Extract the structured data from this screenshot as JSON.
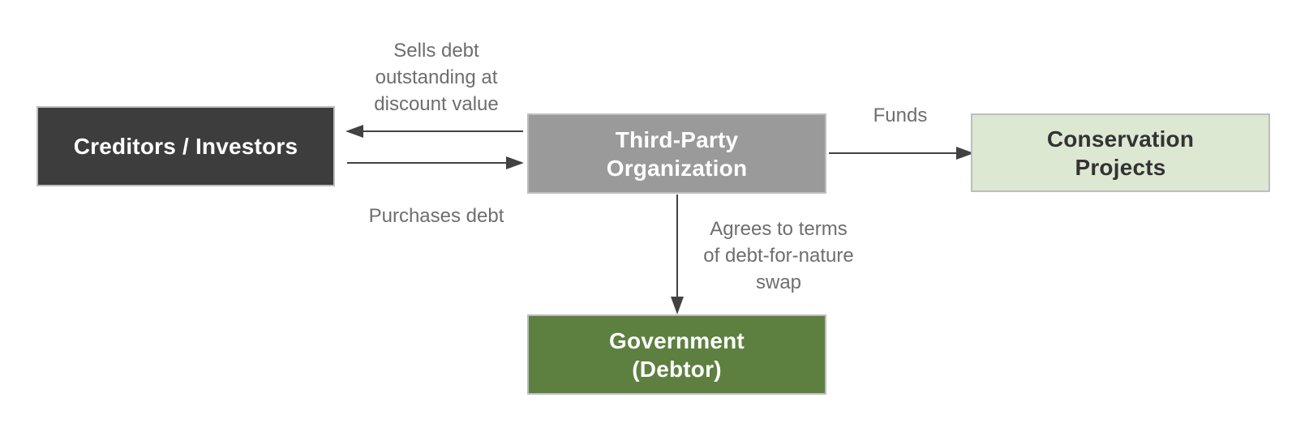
{
  "diagram": {
    "type": "flowchart",
    "nodes": {
      "creditors": {
        "label": "Creditors / Investors",
        "bg": "#3d3d3d",
        "text_color": "#ffffff"
      },
      "third_party": {
        "label": "Third-Party\nOrganization",
        "bg": "#9a9a9a",
        "text_color": "#ffffff"
      },
      "conservation": {
        "label": "Conservation\nProjects",
        "bg": "#dde8d3",
        "text_color": "#333333"
      },
      "government": {
        "label": "Government\n(Debtor)",
        "bg": "#5d8040",
        "text_color": "#ffffff"
      }
    },
    "edges": {
      "sells_debt": {
        "from": "third_party",
        "to": "creditors",
        "direction": "left",
        "label": "Sells debt\noutstanding at\ndiscount value"
      },
      "purchases_debt": {
        "from": "creditors",
        "to": "third_party",
        "direction": "right",
        "label": "Purchases debt"
      },
      "funds": {
        "from": "third_party",
        "to": "conservation",
        "direction": "right",
        "label": "Funds"
      },
      "agrees_terms": {
        "from": "third_party",
        "to": "government",
        "direction": "down",
        "label": "Agrees to terms\nof debt-for-nature\nswap"
      }
    },
    "colors": {
      "arrow": "#424242",
      "edge_label_text": "#6e6e6e",
      "node_border": "#bdbdbd",
      "background": "#ffffff"
    }
  }
}
